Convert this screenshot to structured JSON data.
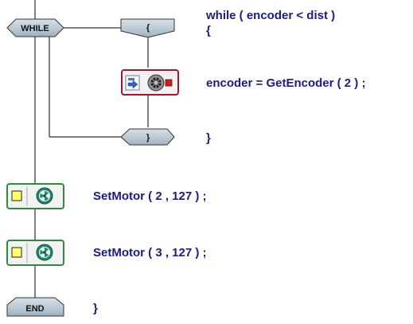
{
  "flowchart": {
    "blocks": {
      "while_label": "WHILE",
      "open_brace_label": "{",
      "close_brace_label": "}",
      "end_label": "END"
    },
    "icons": {
      "get_encoder_block": [
        "input-arrow-icon",
        "encoder-wheel-icon"
      ],
      "set_motor_block": [
        "yellow-square-icon",
        "motor-fan-icon"
      ]
    },
    "colors": {
      "block_fill": "#b9c8d4",
      "line": "#000000",
      "code_text": "#1c1a8c",
      "encoder_block_border": "#a4172a",
      "motor_block_border": "#2e8b3e"
    }
  },
  "code": {
    "line1": "while ( encoder < dist )",
    "line2": "{",
    "line3": "encoder = GetEncoder ( 2 ) ;",
    "line4": "}",
    "line5": "SetMotor ( 2 , 127 ) ;",
    "line6": "SetMotor ( 3 , 127 ) ;",
    "line7": "}"
  }
}
